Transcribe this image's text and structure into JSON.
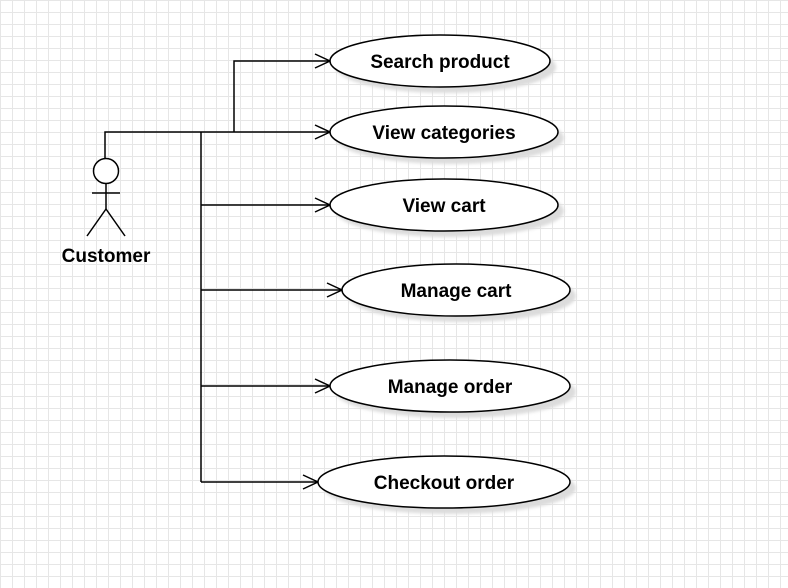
{
  "diagram": {
    "actor": {
      "name": "Customer"
    },
    "use_cases": [
      {
        "label": "Search product"
      },
      {
        "label": "View categories"
      },
      {
        "label": "View cart"
      },
      {
        "label": "Manage cart"
      },
      {
        "label": "Manage order"
      },
      {
        "label": "Checkout order"
      }
    ]
  }
}
